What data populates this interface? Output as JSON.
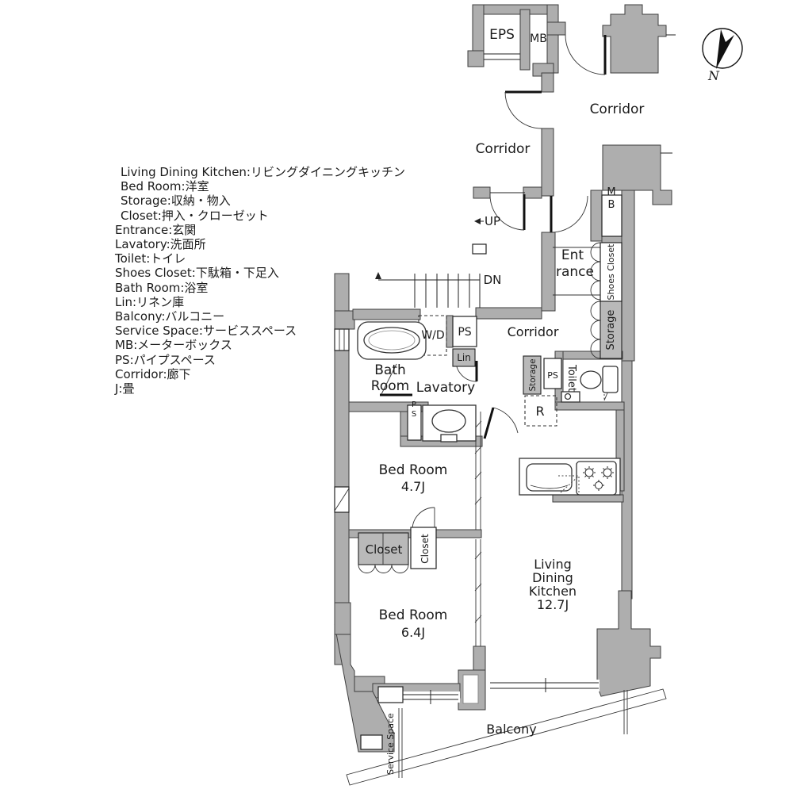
{
  "legend": {
    "lines": [
      "Living Dining Kitchen:リビングダイニングキッチン",
      "Bed Room:洋室",
      "Storage:収納・物入",
      "Closet:押入・クローゼット",
      "Entrance:玄関",
      "Lavatory:洗面所",
      "Toilet:トイレ",
      "Shoes Closet:下駄箱・下足入",
      "Bath Room:浴室",
      "Lin:リネン庫",
      "Balcony:バルコニー",
      "Service Space:サービススペース",
      "MB:メーターボックス",
      "PS:パイプスペース",
      "Corridor:廊下",
      "J:畳"
    ]
  },
  "compass": {
    "north_label": "N"
  },
  "common_area": {
    "eps": "EPS",
    "mb": "MB",
    "corridor_upper": "Corridor",
    "corridor_lower": "Corridor",
    "stairs_up": "UP",
    "stairs_down": "DN"
  },
  "entry": {
    "mb": "MB",
    "entrance_line1": "Ent",
    "entrance_line2": "rance",
    "shoes_closet": "Shoes Closet",
    "storage": "Storage"
  },
  "plumbing": {
    "bath_line1": "Bath",
    "bath_line2": "Room",
    "washer_dryer": "W/D",
    "pipe_space": "PS",
    "linen": "Lin",
    "lavatory": "Lavatory",
    "pipe_space_small": "PS"
  },
  "hallway": {
    "corridor": "Corridor",
    "storage": "Storage",
    "pipe_space": "PS",
    "refrigerator": "R",
    "toilet": "Toilet"
  },
  "rooms": {
    "bedroom_small": {
      "name": "Bed Room",
      "size": "4.7J"
    },
    "bedroom_large": {
      "name": "Bed Room",
      "size": "6.4J"
    },
    "ldk": {
      "line1": "Living",
      "line2": "Dining",
      "line3": "Kitchen",
      "size": "12.7J"
    },
    "closet_main": "Closet",
    "closet_side": "Closet"
  },
  "outdoor": {
    "balcony": "Balcony",
    "service_space": "Service Space"
  },
  "colors": {
    "wall": "#aeaeae",
    "wall_outline": "#3e3e3e",
    "graybox": "#b9b9b9",
    "line": "#222222",
    "text": "#1b1b1b",
    "bg": "#ffffff"
  }
}
